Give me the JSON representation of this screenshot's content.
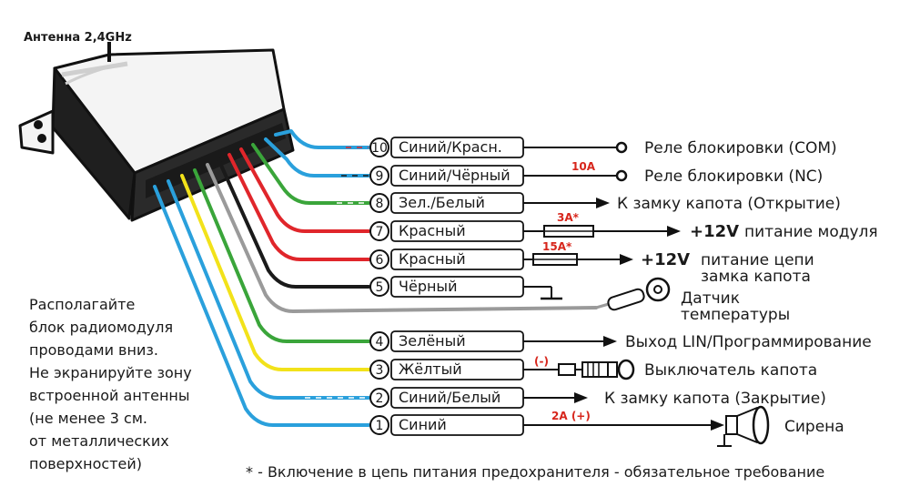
{
  "antenna_label": "Антенна 2,4GHz",
  "note_lines": [
    "Располагайте",
    "блок радиомодуля",
    "проводами вниз.",
    "Не экранируйте зону",
    "встроенной антенны",
    "(не менее 3 см.",
    "от металлических",
    "поверхностей)"
  ],
  "footnote": "* - Включение в цепь питания предохранителя - обязательное требование",
  "wires": [
    {
      "num": "10",
      "name": "Синий/Красн.",
      "color": "#2aa0dc",
      "stripe": "#e0262b",
      "target": "Реле блокировки (COM)"
    },
    {
      "num": "9",
      "name": "Синий/Чёрный",
      "color": "#2aa0dc",
      "stripe": "#1a1a1a",
      "target": "Реле блокировки (NC)",
      "fuse": "10A"
    },
    {
      "num": "8",
      "name": "Зел./Белый",
      "color": "#3aa53a",
      "stripe": "#ffffff",
      "target": "К замку капота (Открытие)"
    },
    {
      "num": "7",
      "name": "Красный",
      "color": "#e0262b",
      "target_bold": "+12V",
      "target": "питание модуля",
      "fuse": "3A*"
    },
    {
      "num": "6",
      "name": "Красный",
      "color": "#e0262b",
      "target_bold": "+12V",
      "target": "питание цепи",
      "target2": "замка капота",
      "fuse": "15A*"
    },
    {
      "num": "5",
      "name": "Чёрный",
      "color": "#1a1a1a"
    },
    {
      "num": "",
      "name": "",
      "color": "#9a9a9a",
      "target": "Датчик",
      "target2": "температуры"
    },
    {
      "num": "4",
      "name": "Зелёный",
      "color": "#3aa53a",
      "target": "Выход LIN/Программирование"
    },
    {
      "num": "3",
      "name": "Жёлтый",
      "color": "#f2e21a",
      "target": "Выключатель капота",
      "polarity": "(-)"
    },
    {
      "num": "2",
      "name": "Синий/Белый",
      "color": "#2aa0dc",
      "stripe": "#ffffff",
      "target": "К замку капота (Закрытие)"
    },
    {
      "num": "1",
      "name": "Синий",
      "color": "#2aa0dc",
      "target": "Сирена",
      "fuse": "2A (+)"
    }
  ]
}
